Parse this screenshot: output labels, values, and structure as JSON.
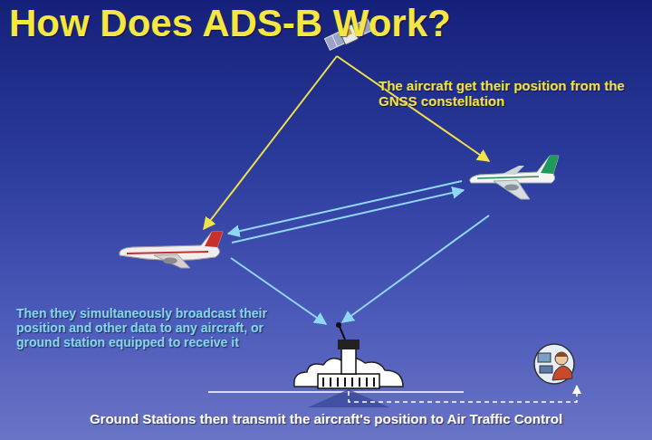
{
  "diagram": {
    "title": "How Does ADS-B Work?",
    "labels": [
      "The aircraft get their position from the GNSS constellation",
      "Then they simultaneously broadcast their position and other data to any aircraft, or ground station equipped to receive it",
      "Ground Stations then transmit the aircraft's position to Air Traffic Control"
    ]
  }
}
